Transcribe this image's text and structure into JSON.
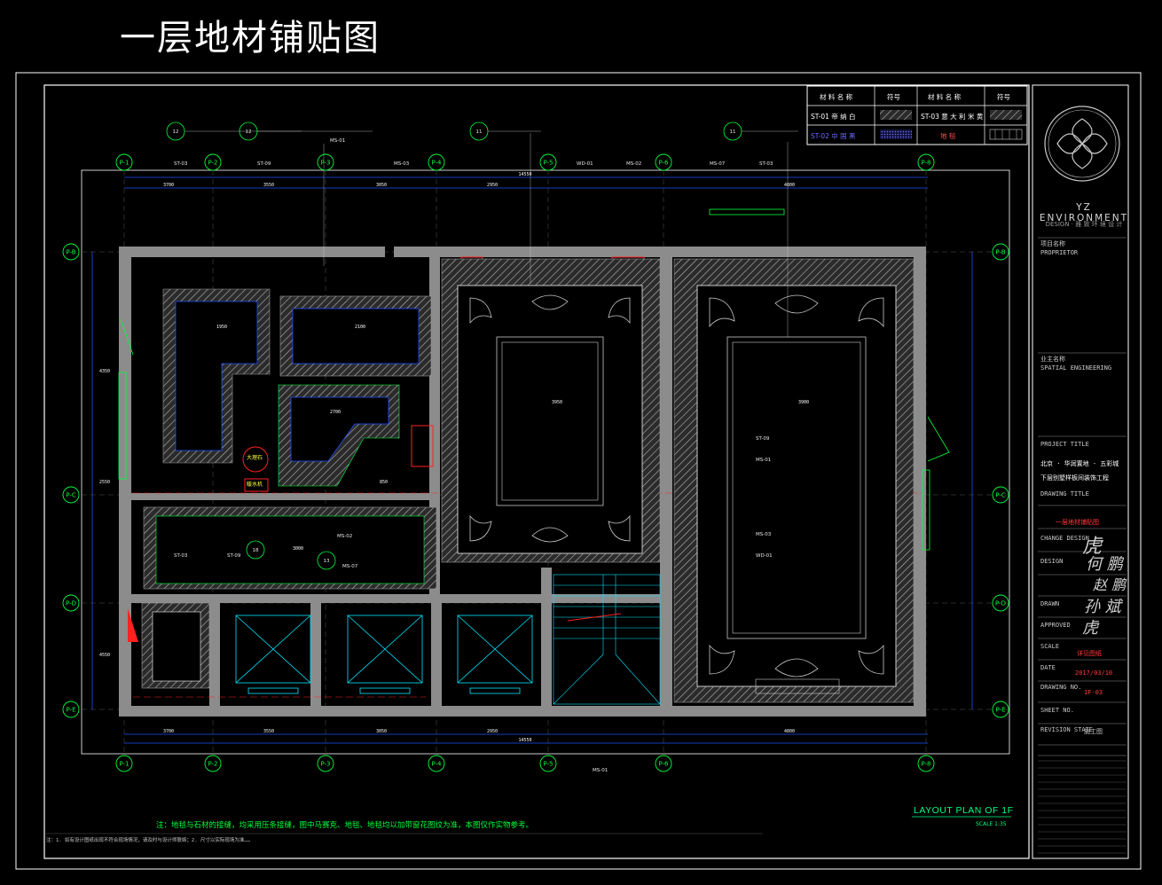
{
  "page": {
    "title": "一层地材铺贴图"
  },
  "legend": {
    "headers": [
      "材 料 名 称",
      "符号",
      "材 料 名 称",
      "符号"
    ],
    "rows": [
      [
        "ST-01 帝 纳 白",
        "",
        "ST-03 意 大 利 米 黄",
        ""
      ],
      [
        "ST-02 中 国 黑",
        "",
        "地 毯",
        ""
      ]
    ]
  },
  "plan": {
    "title": "LAYOUT PLAN OF 1F",
    "scale": "SCALE 1:35",
    "axes_top": [
      "P-1",
      "P-2",
      "P-3",
      "P-4",
      "P-5",
      "P-6",
      "P-8"
    ],
    "axes_side": [
      "P-B",
      "P-C",
      "P-D",
      "P-E"
    ],
    "dims_top": [
      "3700",
      "3550",
      "3050",
      "2950",
      "4800",
      "14550"
    ],
    "dims_inner": [
      "1950",
      "2100",
      "3950",
      "3900",
      "4350",
      "2550",
      "4550",
      "3000",
      "850",
      "2700"
    ],
    "callouts": [
      "12",
      "12",
      "11",
      "11",
      "18",
      "13"
    ],
    "material_tags": [
      "ST-03",
      "ST-09",
      "MS-01",
      "MS-03",
      "WD-01",
      "MS-02",
      "MS-07"
    ],
    "room_labels": [
      "大理石",
      "暖水机"
    ],
    "note": "注：地毯与石材的接缝，均采用压条接缝，图中马赛克、地毯、地毯均以加带窗花图纹为准，本图仅作实物参考。",
    "footnote": "注：1. 如有设计图纸出现不符合现场情况，请及时与设计师联络；2. 尺寸以实际现场为准……"
  },
  "title_block": {
    "company": "YZ ENVIRONMENT",
    "company_sub": "DESIGN · 雅 致 环 境 设 计",
    "fields": [
      {
        "label": "项目名称",
        "value": "PROPRIETOR"
      },
      {
        "label": "业主名称",
        "value": "SPATIAL ENGINEERING"
      },
      {
        "label": "PROJECT TITLE",
        "value": "北京 · 华润置地 - 五彩城"
      },
      {
        "label": "",
        "value": "下层别墅样板间装饰工程"
      },
      {
        "label": "DRAWING TITLE",
        "value": "一层地材铺贴图"
      },
      {
        "label": "CHANGE DESIGN",
        "value": ""
      },
      {
        "label": "DESIGN",
        "value": ""
      },
      {
        "label": "DRAWN",
        "value": ""
      },
      {
        "label": "APPROVED",
        "value": ""
      },
      {
        "label": "SCALE",
        "value": "详见图纸"
      },
      {
        "label": "DATE",
        "value": "2017/03/10"
      },
      {
        "label": "DRAWING NO.",
        "value": "1F-03"
      },
      {
        "label": "SHEET NO.",
        "value": ""
      },
      {
        "label": "REVISION STATE",
        "value": "施工图"
      }
    ],
    "signatures": [
      "虎",
      "何 鹏",
      "赵 鹏",
      "孙 斌",
      "虎"
    ]
  },
  "colors": {
    "background": "#000000",
    "wall": "#8c8c8c",
    "axis": "#00ff3b",
    "dimension": "#1e50ff",
    "ornament": "#c8c8c8",
    "accent_red": "#ff2020",
    "border": "#ffffff"
  }
}
